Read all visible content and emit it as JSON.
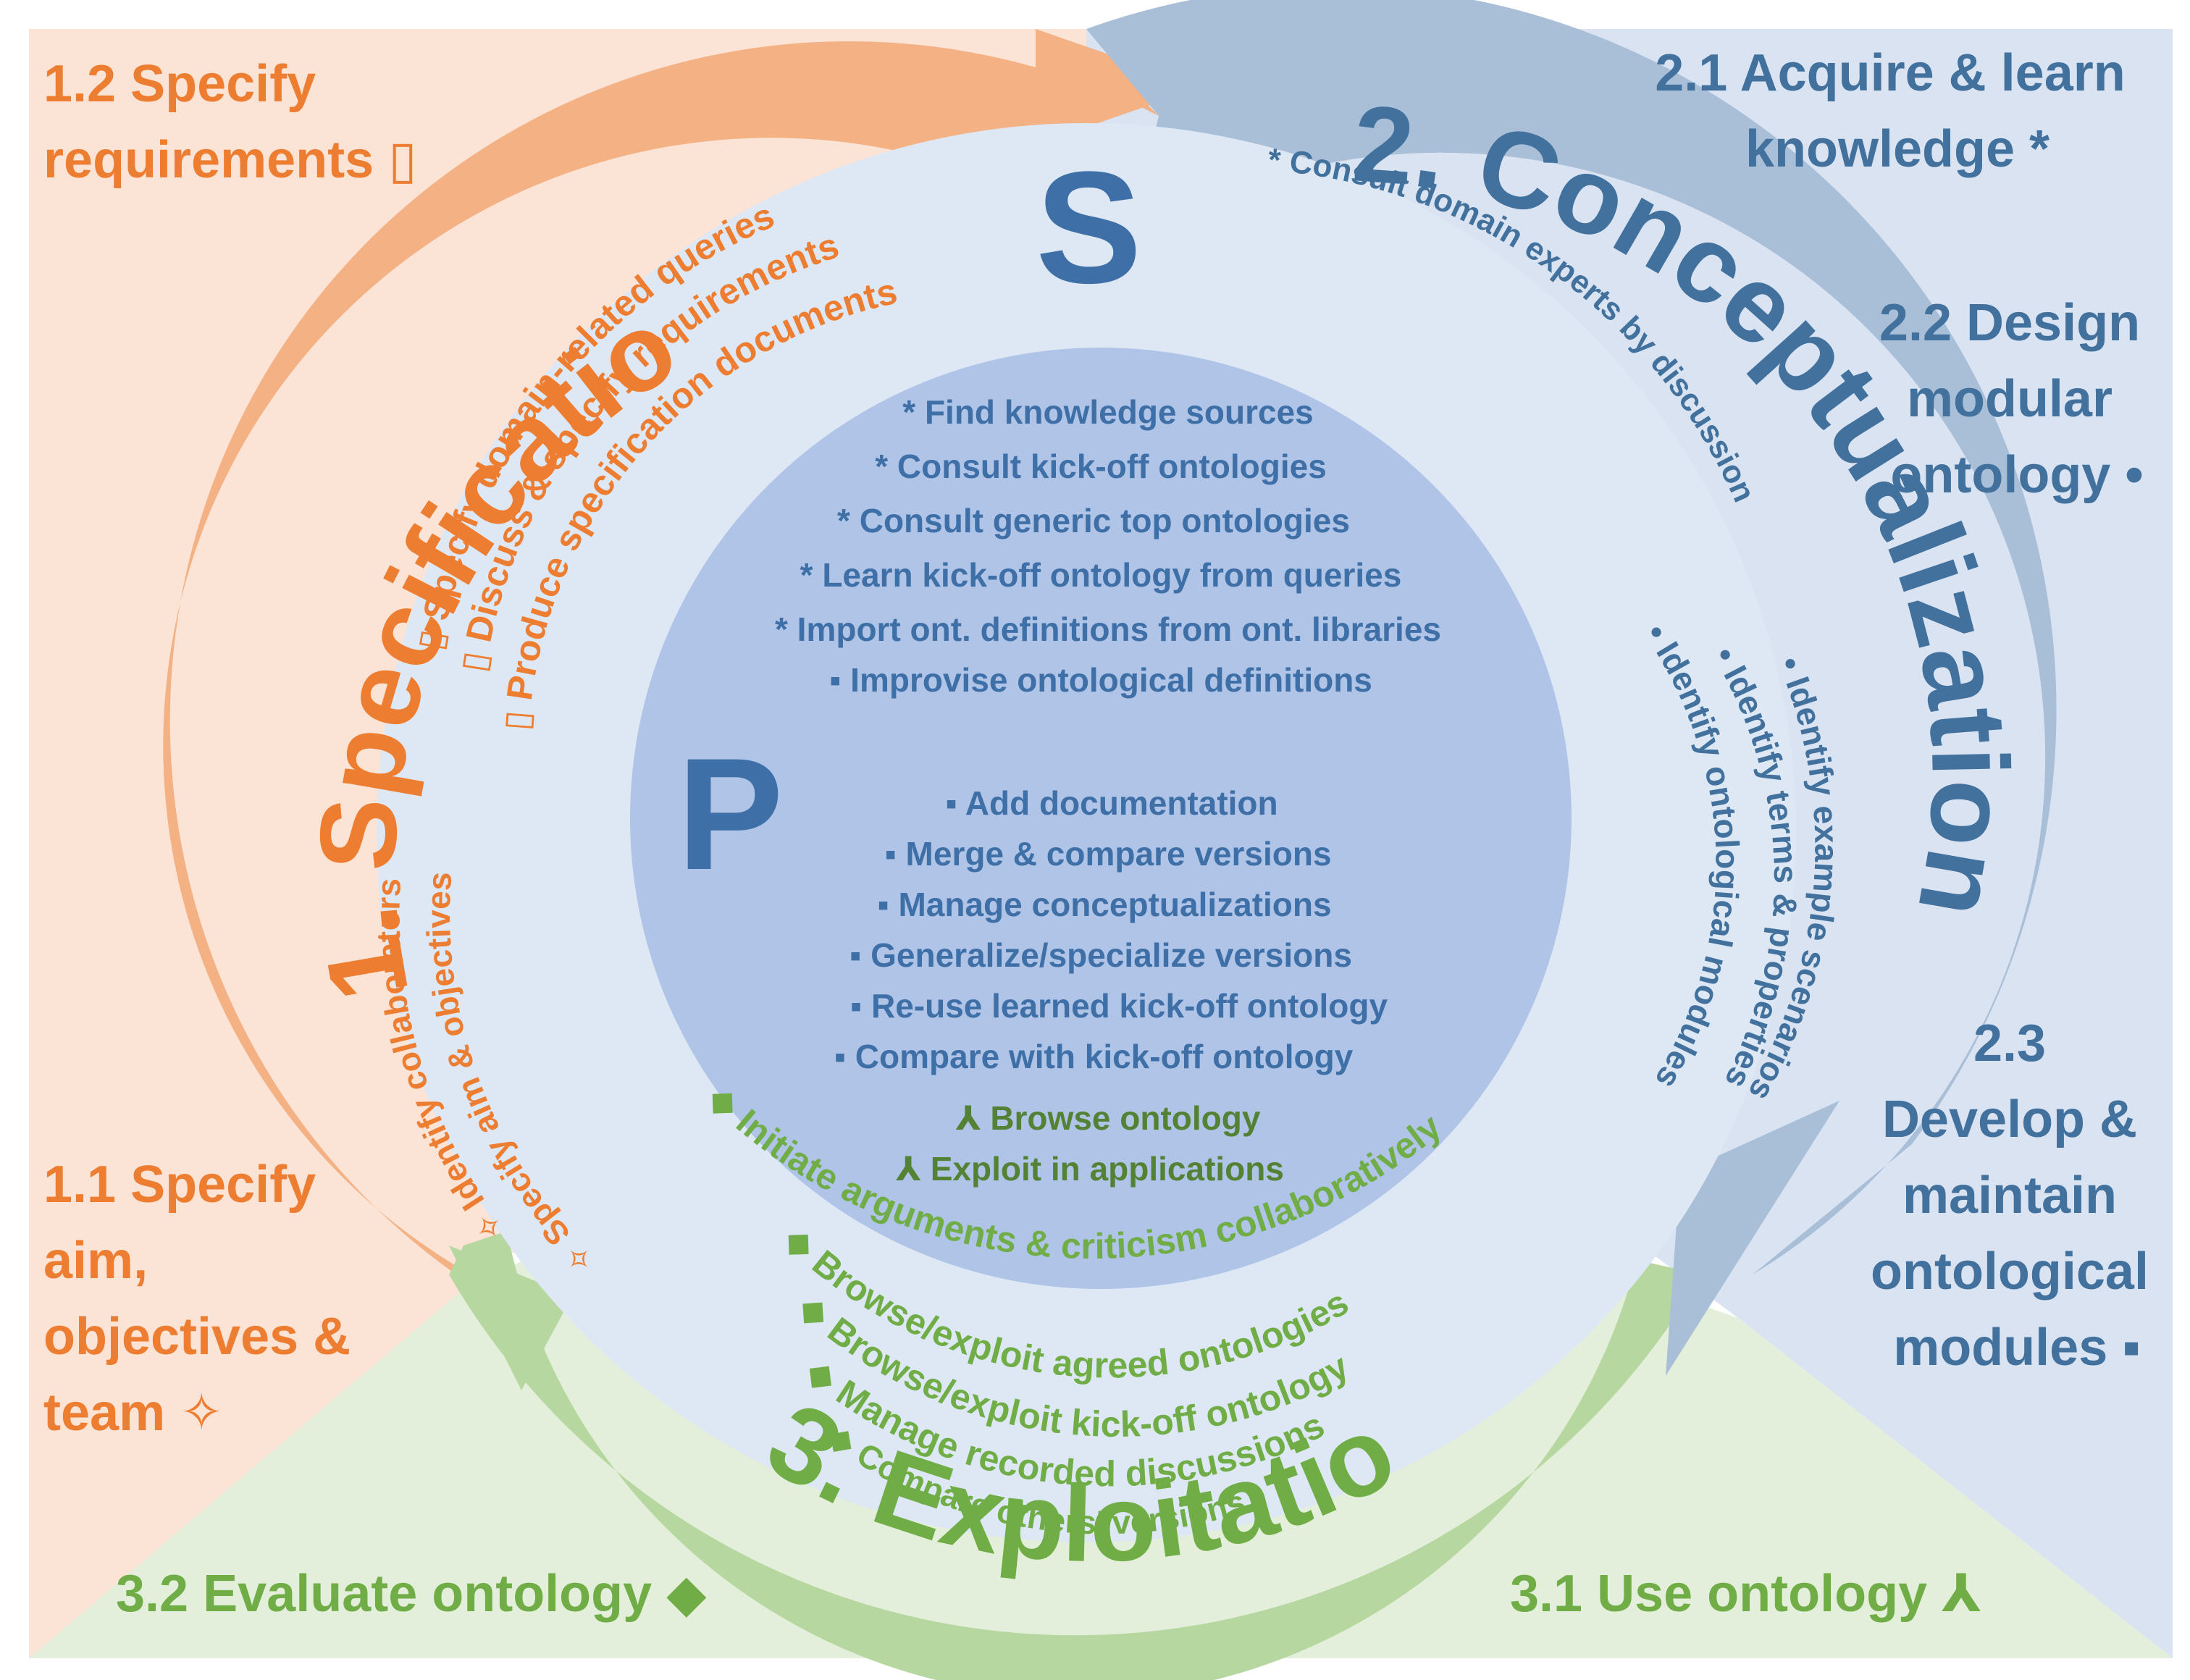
{
  "phases": {
    "specification": {
      "title": "1. Specification",
      "color": "#ED7D31"
    },
    "conceptualization": {
      "title": "2. Conceptualization",
      "color": "#41719C"
    },
    "exploitation": {
      "title": "3. Exploitation",
      "color": "#70AD47"
    }
  },
  "corner_labels": {
    "spec_1_2": [
      "1.2 Specify",
      "requirements ▯"
    ],
    "spec_1_1": [
      "1.1 Specify",
      "aim,",
      "objectives &",
      "team ✧"
    ],
    "concept_2_1": [
      "2.1 Acquire & learn",
      "knowledge *"
    ],
    "concept_2_2": [
      "2.2 Design",
      "modular",
      "ontology •"
    ],
    "concept_2_3": [
      "2.3",
      "Develop &",
      "maintain",
      "ontological",
      "modules ▪"
    ],
    "exploit_3_2": "3.2 Evaluate ontology ◆",
    "exploit_3_1": "3.1 Use ontology ⅄"
  },
  "center_letters": {
    "s": "S",
    "p": "P"
  },
  "spec_ring_items": [
    "▯ Specify domain-related queries",
    "▯ Discuss & specify requirements",
    "▯ Produce specification documents"
  ],
  "spec_left_items": [
    "✧ Identify collaborators",
    "✧ Specify aim & objectives"
  ],
  "concept_ring_item": "* Consult domain experts by discussion",
  "concept_right_items": [
    "• Identify example scenarios",
    "• Identify terms & properties",
    "• Identify ontological modules"
  ],
  "center_top_items": [
    "* Find knowledge sources",
    "* Consult kick-off ontologies",
    "* Consult generic top ontologies",
    "* Learn kick-off ontology from queries",
    "* Import ont. definitions from ont. libraries",
    "▪ Improvise ontological definitions"
  ],
  "center_mid_items": [
    "▪ Add documentation",
    "▪ Merge & compare versions",
    "▪ Manage conceptualizations",
    "▪ Generalize/specialize versions",
    "▪ Re-use learned kick-off ontology",
    "▪ Compare with kick-off ontology"
  ],
  "center_green_items": [
    "⅄ Browse ontology",
    "⅄ Exploit in applications"
  ],
  "exploit_ring_items": [
    "◆ Initiate arguments & criticism collaboratively",
    "◆ Browse/exploit agreed ontologies",
    "◆ Browse/exploit kick-off ontology",
    "◆ Manage recorded discussions",
    "◆ Compare others’ versions"
  ],
  "colors": {
    "bg_orange": "#FBE3D5",
    "bg_blue": "#DAE3F2",
    "bg_green": "#E3EFDA",
    "ring_orange": "#F4B183",
    "ring_blue": "#A9BFD8",
    "ring_green": "#B7D7A0",
    "inner_disc": "#DEE8F5",
    "center_disc": "#AFC4E7"
  }
}
